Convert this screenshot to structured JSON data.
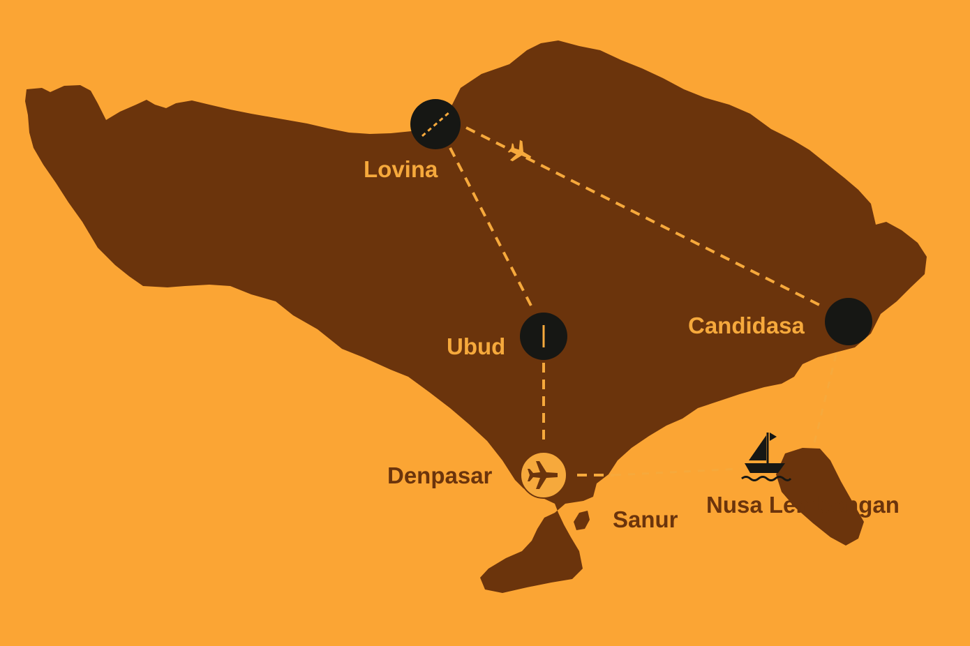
{
  "map": {
    "colors": {
      "sea": "#FBA534",
      "land": "#6B340C",
      "route": "#F6A93C",
      "marker": "#161714",
      "label": "#F6A93C",
      "label_dark": "#6B340C"
    },
    "places": {
      "lovina": "Lovina",
      "ubud": "Ubud",
      "candidasa": "Candidasa",
      "denpasar": "Denpasar",
      "sanur": "Sanur",
      "nusa_lembongan": "Nusa Lembongan"
    },
    "icons": {
      "airport": "airplane-icon",
      "route_plane": "plane-icon",
      "boat": "sailboat-icon"
    }
  }
}
